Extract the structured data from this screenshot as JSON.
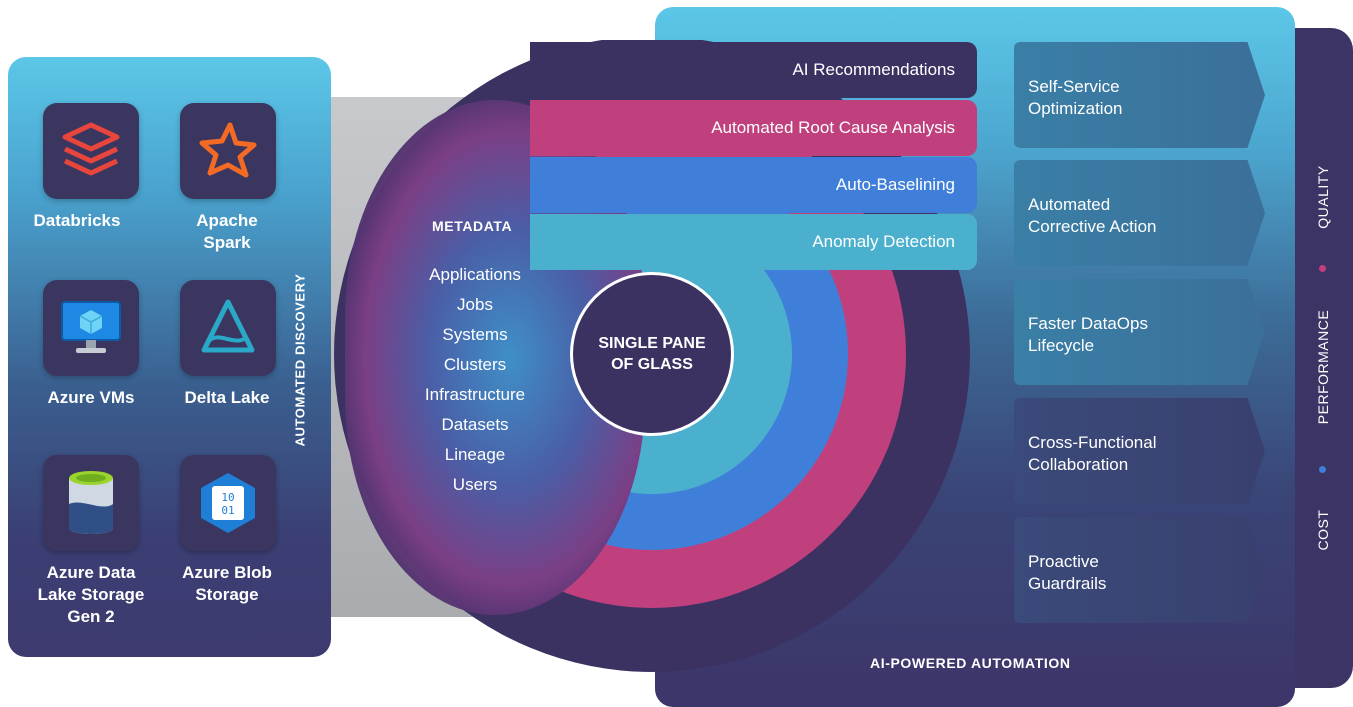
{
  "discovery": {
    "title": "AUTOMATED DISCOVERY",
    "sources": [
      {
        "label": "Databricks",
        "icon": "databricks-icon"
      },
      {
        "label": "Apache\nSpark",
        "icon": "spark-star-icon"
      },
      {
        "label": "Azure VMs",
        "icon": "azure-vm-icon"
      },
      {
        "label": "Delta Lake",
        "icon": "delta-lake-icon"
      },
      {
        "label": "Azure Data\nLake Storage\nGen 2",
        "icon": "data-lake-storage-icon"
      },
      {
        "label": "Azure Blob\nStorage",
        "icon": "blob-storage-icon"
      }
    ]
  },
  "metadata": {
    "title": "METADATA",
    "items": [
      "Applications",
      "Jobs",
      "Systems",
      "Clusters",
      "Infrastructure",
      "Datasets",
      "Lineage",
      "Users"
    ]
  },
  "center": {
    "line1": "SINGLE PANE",
    "line2": "OF GLASS"
  },
  "capabilities": [
    {
      "label": "AI Recommendations",
      "color": "#3c3262"
    },
    {
      "label": "Automated Root Cause Analysis",
      "color": "#c0407e"
    },
    {
      "label": "Auto-Baselining",
      "color": "#3f7fd9"
    },
    {
      "label": "Anomaly Detection",
      "color": "#4bb0cd"
    }
  ],
  "benefits": [
    {
      "line1": "Self-Service",
      "line2": "Optimization"
    },
    {
      "line1": "Automated",
      "line2": "Corrective Action"
    },
    {
      "line1": "Faster DataOps",
      "line2": "Lifecycle"
    },
    {
      "line1": "Cross-Functional",
      "line2": "Collaboration"
    },
    {
      "line1": "Proactive",
      "line2": "Guardrails"
    }
  ],
  "automation": {
    "title": "AI-POWERED AUTOMATION"
  },
  "pillars": [
    {
      "label": "QUALITY",
      "dot_color": "#c0407e"
    },
    {
      "label": "PERFORMANCE",
      "dot_color": "#3f7fd9"
    },
    {
      "label": "COST"
    }
  ]
}
